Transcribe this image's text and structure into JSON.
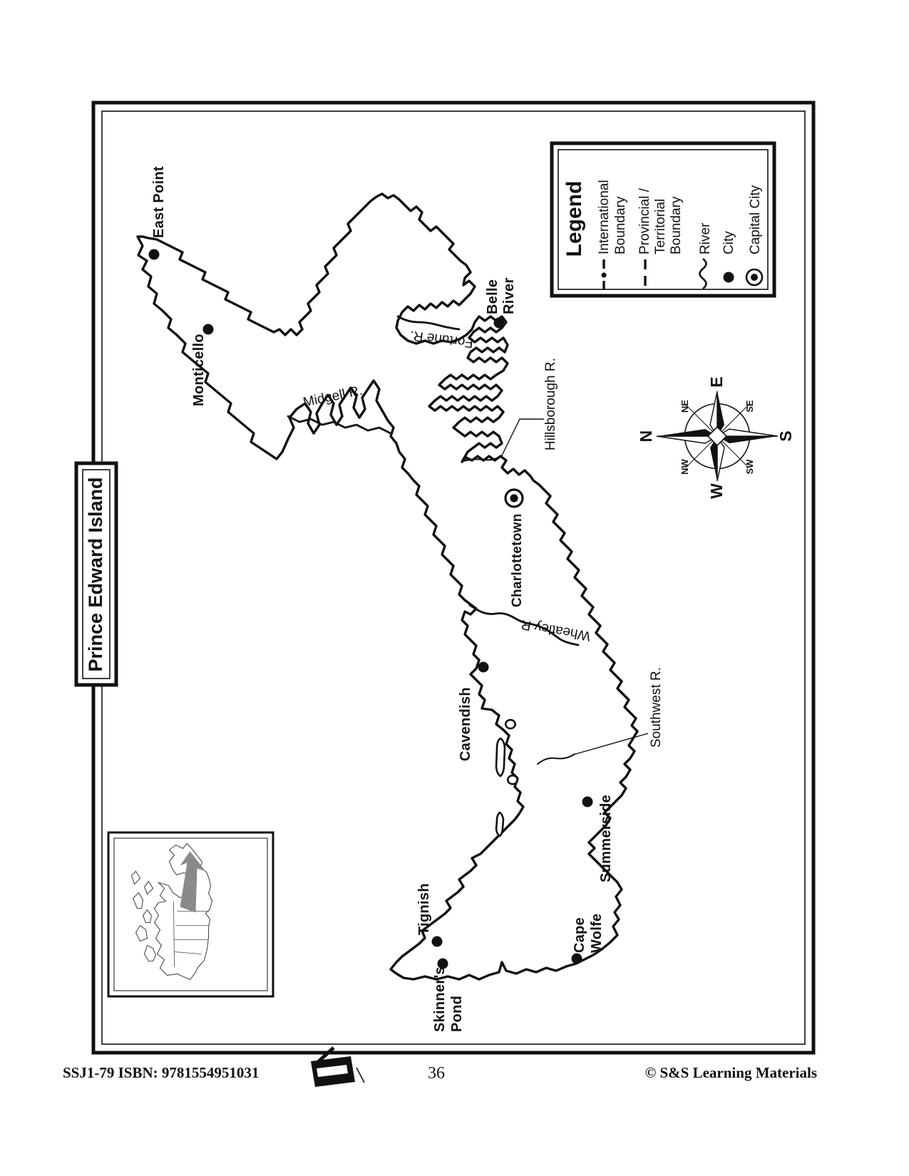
{
  "page": {
    "title": "Prince Edward Island",
    "page_number": "36",
    "footer_left": "SSJ1-79  ISBN: 9781554951031",
    "footer_right": "© S&S Learning Materials"
  },
  "colors": {
    "ink": "#111111",
    "inset_line": "#4a4a4a",
    "arrow_gray": "#8a8a8a"
  },
  "legend": {
    "title": "Legend",
    "items": [
      {
        "id": "international-boundary",
        "lines": [
          "International",
          "Boundary"
        ]
      },
      {
        "id": "provincial-territorial-boundary",
        "lines": [
          "Provincial /",
          "Territorial",
          "Boundary"
        ]
      },
      {
        "id": "river",
        "lines": [
          "River"
        ]
      },
      {
        "id": "city",
        "lines": [
          "City"
        ]
      },
      {
        "id": "capital-city",
        "lines": [
          "Capital City"
        ]
      }
    ]
  },
  "compass": {
    "n": "N",
    "e": "E",
    "s": "S",
    "w": "W",
    "ne": "NE",
    "se": "SE",
    "sw": "SW",
    "nw": "NW"
  },
  "map": {
    "cities": [
      {
        "name": "East Point",
        "lines": [
          "East Point"
        ]
      },
      {
        "name": "Monticello",
        "lines": [
          "Monticello"
        ]
      },
      {
        "name": "Belle River",
        "lines": [
          "Belle",
          "River"
        ]
      },
      {
        "name": "Charlottetown",
        "lines": [
          "Charlottetown"
        ],
        "capital": true
      },
      {
        "name": "Cavendish",
        "lines": [
          "Cavendish"
        ]
      },
      {
        "name": "Summerside",
        "lines": [
          "Summerside"
        ]
      },
      {
        "name": "Tignish",
        "lines": [
          "Tignish"
        ]
      },
      {
        "name": "Skinner's Pond",
        "lines": [
          "Skinner's",
          "Pond"
        ]
      },
      {
        "name": "Cape Wolfe",
        "lines": [
          "Cape",
          "Wolfe"
        ]
      }
    ],
    "rivers": [
      {
        "name": "Midgell R."
      },
      {
        "name": "Fortune R."
      },
      {
        "name": "Hillsborough R."
      },
      {
        "name": "Wheatley R."
      },
      {
        "name": "Southwest R."
      }
    ]
  }
}
